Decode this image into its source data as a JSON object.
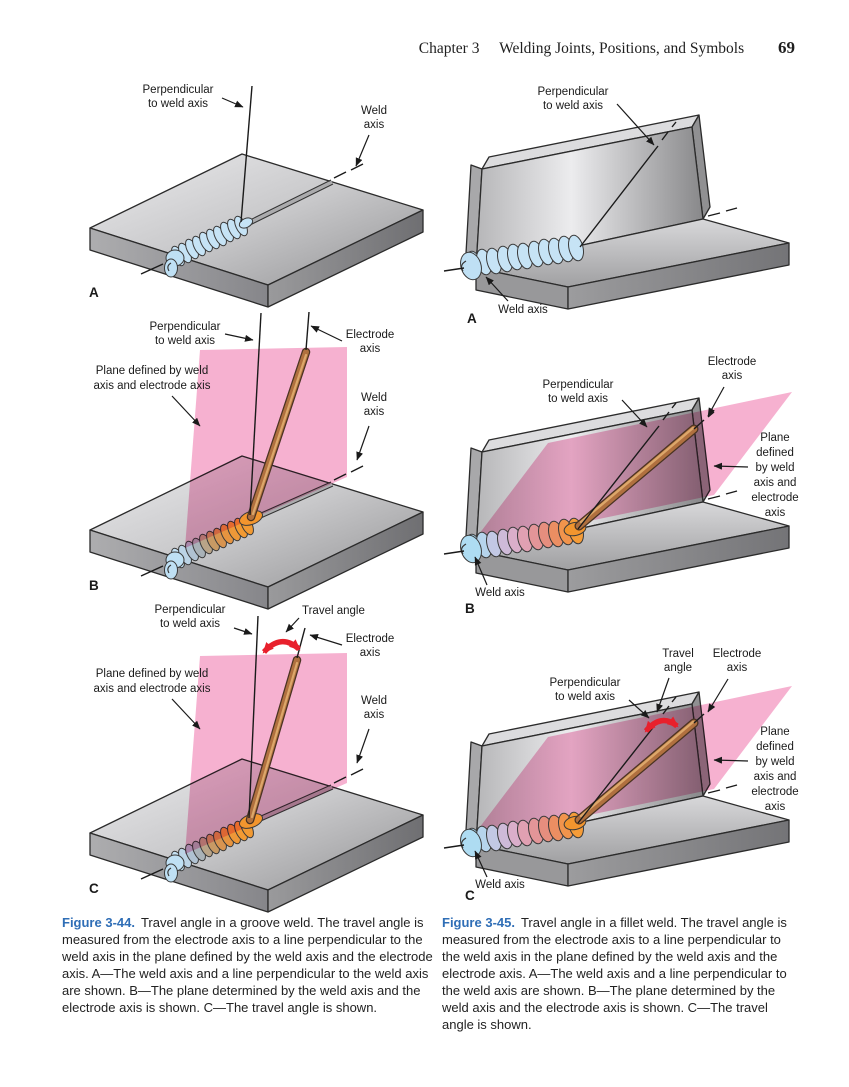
{
  "page": {
    "header": {
      "chapter": "Chapter 3",
      "title": "Welding Joints, Positions, and Symbols",
      "page_number": "69"
    }
  },
  "labels": {
    "perpendicular_to_weld_axis": [
      "Perpendicular",
      "to weld axis"
    ],
    "weld_axis_stacked": [
      "Weld",
      "axis"
    ],
    "weld_axis": "Weld axis",
    "electrode_axis": [
      "Electrode",
      "axis"
    ],
    "plane_defined_2line": [
      "Plane defined by weld",
      "axis and electrode axis"
    ],
    "plane_defined_6line": [
      "Plane",
      "defined",
      "by weld",
      "axis and",
      "electrode",
      "axis"
    ],
    "travel_angle": "Travel angle",
    "travel_angle_stacked": [
      "Travel",
      "angle"
    ],
    "view_a": "A",
    "view_b": "B",
    "view_c": "C"
  },
  "figures": {
    "fig_3_44": {
      "number": "Figure 3-44.",
      "caption": "Travel angle in a groove weld. The travel angle is measured from the electrode axis to a line perpendicular to the weld axis in the plane defined by the weld axis and the electrode axis. A—The weld axis and a line perpendicular to the weld axis are shown. B—The plane determined by the weld axis and the electrode axis is shown. C—The travel angle is shown."
    },
    "fig_3_45": {
      "number": "Figure 3-45.",
      "caption": "Travel angle in a fillet weld. The travel angle is measured from the electrode axis to a line perpendicular to the weld axis in the plane defined by the weld axis and the electrode axis. A—The weld axis and a line perpendicular to the weld axis are shown. B—The plane determined by the weld axis and the electrode axis is shown. C—The travel angle is shown."
    }
  },
  "colors": {
    "caption_blue": "#2F6EB6",
    "plane_pink": "#F5A9CB",
    "travel_arrow_red": "#E8202C",
    "electrode_brown": "#B0703F",
    "weld_pool_orange": "#F2952E",
    "bead_blue": "#C6E3F5",
    "plate_gray": "#C9C9CB"
  }
}
